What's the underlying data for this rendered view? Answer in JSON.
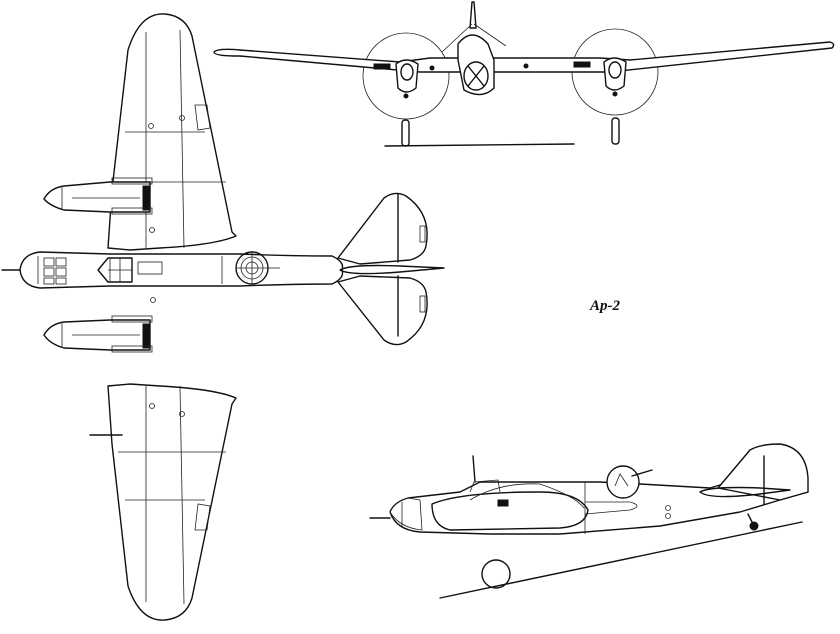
{
  "diagram": {
    "title": "Ap-2",
    "views": [
      {
        "id": "top-view",
        "description": "Plan view of twin-engine bomber"
      },
      {
        "id": "front-view",
        "description": "Front view with propeller discs"
      },
      {
        "id": "side-view",
        "description": "Side profile with dorsal turret and ground line"
      }
    ],
    "colors": {
      "line": "#111111",
      "background": "#ffffff"
    }
  }
}
